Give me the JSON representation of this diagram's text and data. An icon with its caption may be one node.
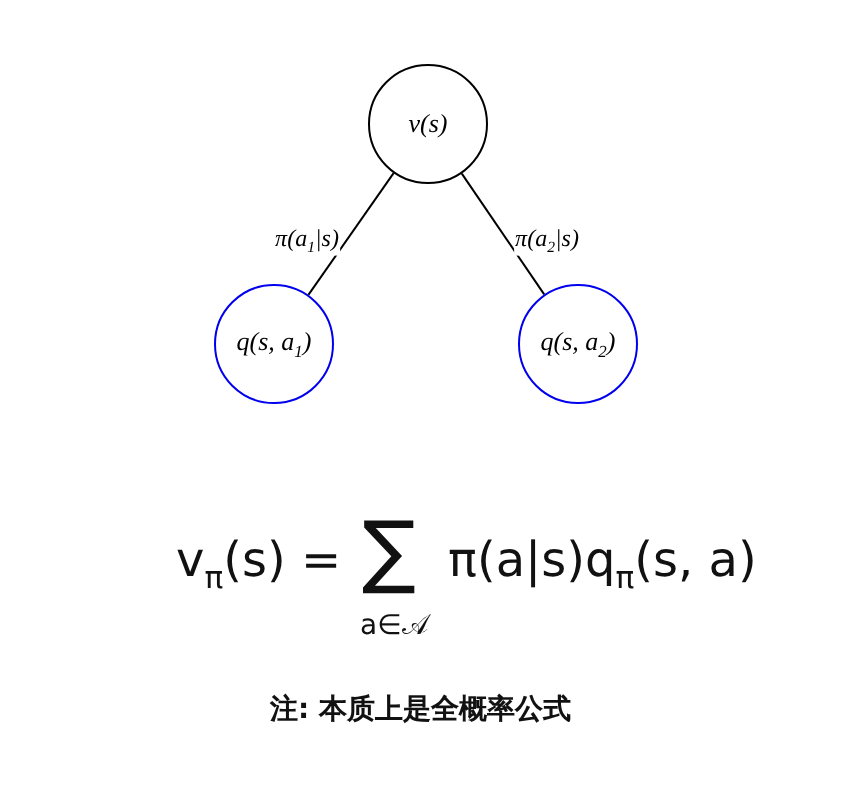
{
  "diagram": {
    "nodes": [
      {
        "text": [
          "v(s)"
        ]
      },
      {
        "text": [
          "q(s, a$_{1}$)"
        ]
      },
      {
        "text": [
          "q(s, a$_{2}$)"
        ]
      }
    ],
    "edges": [
      {
        "from": 0,
        "to": 1,
        "arrow": "none",
        "label": "π(a$_{1}$|s)"
      },
      {
        "from": 0,
        "to": 2,
        "arrow": "none",
        "label": "π(a$_{2}$|s)",
        "color": "#000000"
      }
    ],
    "labels": [
      "v$_{π}$(s) =",
      "∑",
      "a∈𝒜",
      "π(a|s)q$_{π}$(s, a)",
      "注: 本质上是全概率公式"
    ]
  }
}
